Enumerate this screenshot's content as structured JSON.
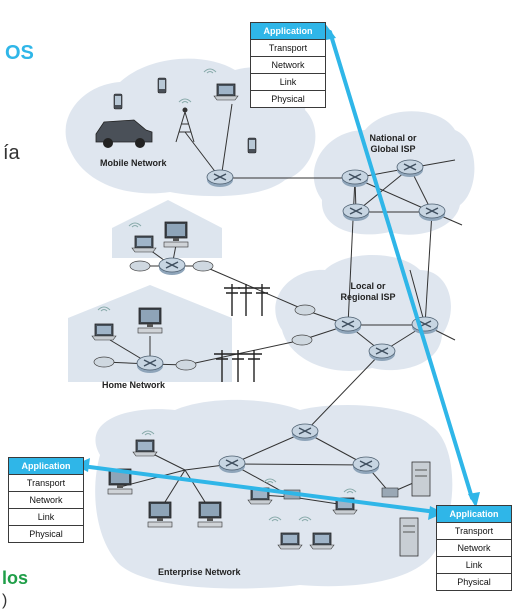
{
  "slide_fragments": {
    "top_right": "OS",
    "mid_left": "ía",
    "bottom_left_green": "los",
    "bottom_left_paren": ")"
  },
  "network_labels": {
    "mobile": "Mobile Network",
    "global_isp_line1": "National or",
    "global_isp_line2": "Global ISP",
    "regional_isp_line1": "Local or",
    "regional_isp_line2": "Regional ISP",
    "home": "Home Network",
    "enterprise": "Enterprise Network"
  },
  "stacks": {
    "top": [
      "Application",
      "Transport",
      "Network",
      "Link",
      "Physical"
    ],
    "left": [
      "Application",
      "Transport",
      "Network",
      "Link",
      "Physical"
    ],
    "right": [
      "Application",
      "Transport",
      "Network",
      "Link",
      "Physical"
    ]
  },
  "colors": {
    "accent_blue": "#2fb6e8",
    "green_text": "#1f9e48",
    "cloud_fill": "#dde5ee",
    "router_fill": "#b9c9d8"
  },
  "icons": [
    "router-icon",
    "laptop-icon",
    "desktop-icon",
    "smartphone-icon",
    "car-icon",
    "cell-tower-icon",
    "server-icon",
    "house-icon",
    "utility-pole-icon",
    "modem-icon"
  ]
}
